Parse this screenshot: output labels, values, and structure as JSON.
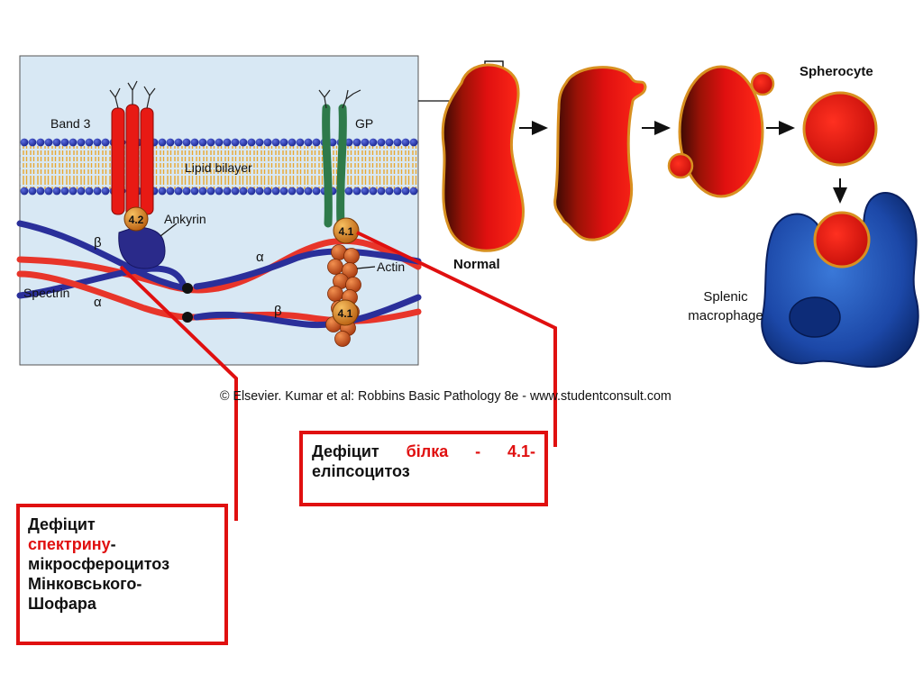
{
  "labels": {
    "band3": "Band 3",
    "gp": "GP",
    "lipid_bilayer": "Lipid bilayer",
    "ankyrin": "Ankyrin",
    "protein_42": "4.2",
    "protein_41_top": "4.1",
    "protein_41_bottom": "4.1",
    "actin": "Actin",
    "spectrin": "Spectrin",
    "alpha_upper": "α",
    "beta_upper": "β",
    "alpha_lower": "α",
    "beta_lower": "β",
    "normal": "Normal",
    "spherocyte": "Spherocyte",
    "splenic_macrophage_line1": "Splenic",
    "splenic_macrophage_line2": "macrophage"
  },
  "caption": "© Elsevier. Kumar et al: Robbins Basic Pathology 8e - www.studentconsult.com",
  "callout_protein": {
    "word1": "Дефіцит",
    "word2": "білка",
    "word3": "-",
    "word4": "4.1-",
    "line2": "еліпсоцитоз"
  },
  "callout_spectrin": {
    "line1": "Дефіцит",
    "line2_red": "спектрину",
    "line2_suffix": "-",
    "line3": "мікросфероцитоз",
    "line4": "Мінковського-",
    "line5": "Шофара"
  },
  "colors": {
    "panel_bg": "#d8e8f4",
    "lipid_head": "#2233a8",
    "cell_red": "#e81010",
    "spectrin_blue": "#2a2f9a",
    "spectrin_red": "#e8352a",
    "protein_orange": "#e08a20",
    "gp_green": "#2e7a4a",
    "macrophage_blue": "#1e52b0",
    "callout_border": "#e01010"
  }
}
